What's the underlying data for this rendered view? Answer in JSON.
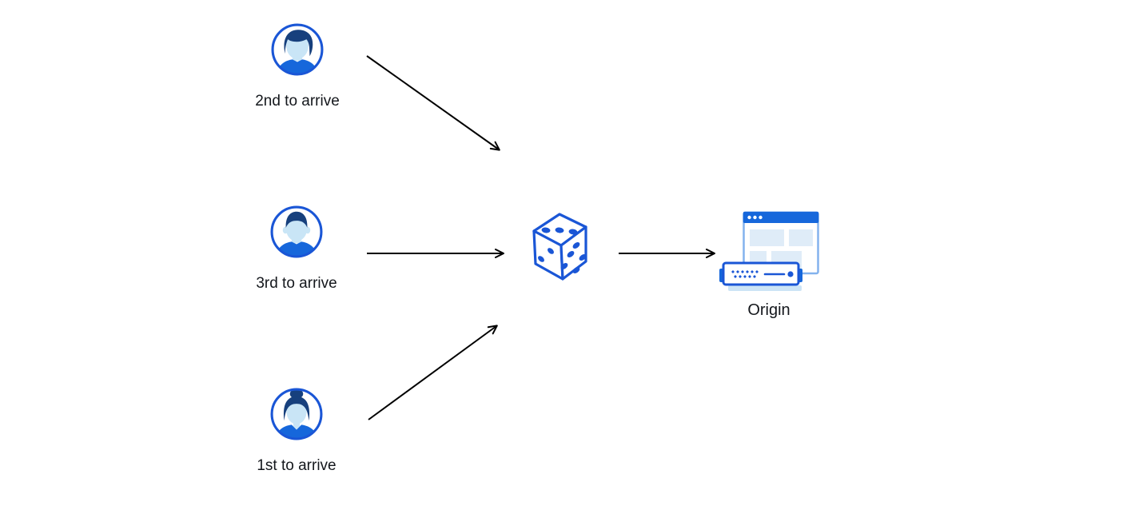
{
  "diagram": {
    "clients": [
      {
        "label": "2nd to arrive",
        "icon": "user-avatar-icon",
        "variant": "man-side-part-hair"
      },
      {
        "label": "3rd to arrive",
        "icon": "user-avatar-icon",
        "variant": "man-short-hair"
      },
      {
        "label": "1st to arrive",
        "icon": "user-avatar-icon",
        "variant": "woman-hair-bun"
      }
    ],
    "random_selector": {
      "icon": "dice-icon"
    },
    "origin": {
      "label": "Origin",
      "icon": "origin-server-icon"
    },
    "connections": [
      {
        "from": "client-2nd-to-arrive",
        "to": "dice"
      },
      {
        "from": "client-3rd-to-arrive",
        "to": "dice"
      },
      {
        "from": "client-1st-to-arrive",
        "to": "dice"
      },
      {
        "from": "dice",
        "to": "origin"
      }
    ],
    "colors": {
      "primary_blue": "#1A56D6",
      "solid_blue": "#1667DB",
      "hair_navy": "#17407D",
      "face_light_blue": "#C9E5F6",
      "panel_light_blue": "#DFECF8",
      "window_border_blue": "#83B2ED",
      "server_base_blue": "#CCE4F6",
      "arrow_color": "#000000",
      "text_color": "#14171C",
      "background": "#FFFFFF"
    }
  }
}
